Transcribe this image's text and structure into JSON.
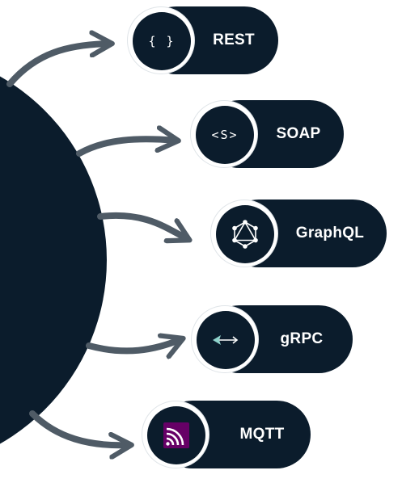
{
  "hub": {
    "color": "#0b1c2c"
  },
  "arrow_color": "#4f5b66",
  "protocols": [
    {
      "label": "REST",
      "icon": "curly-braces-icon",
      "glyph": "{ }"
    },
    {
      "label": "SOAP",
      "icon": "soap-s-icon",
      "glyph": "<S>"
    },
    {
      "label": "GraphQL",
      "icon": "graphql-icon"
    },
    {
      "label": "gRPC",
      "icon": "grpc-arrow-icon"
    },
    {
      "label": "MQTT",
      "icon": "mqtt-icon"
    }
  ]
}
